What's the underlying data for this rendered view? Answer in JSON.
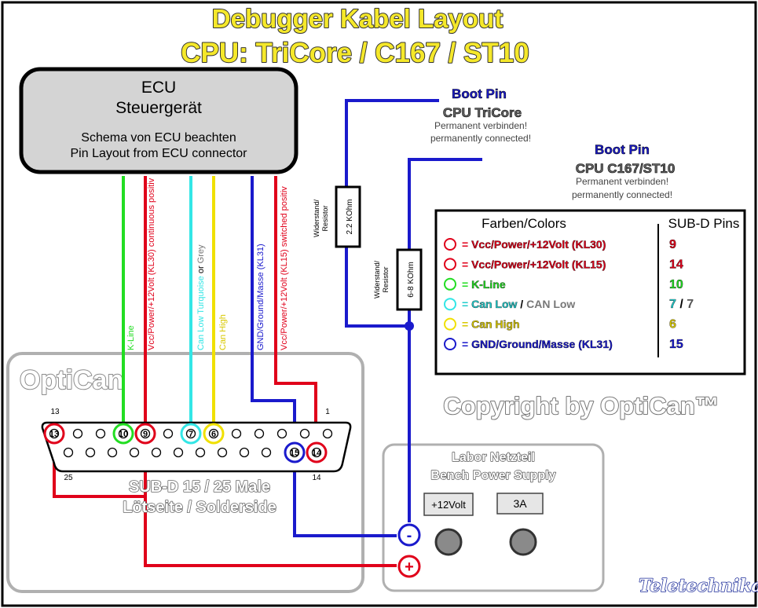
{
  "title": {
    "line1": "Debugger Kabel Layout",
    "line2": "CPU: TriCore / C167 / ST10"
  },
  "ecu": {
    "name": "ECU",
    "name_de": "Steuergerät",
    "note_de": "Schema von ECU beachten",
    "note_en": "Pin Layout from ECU connector"
  },
  "boot_pins": [
    {
      "label": "Boot Pin",
      "cpu": "CPU TriCore",
      "note_de": "Permanent verbinden!",
      "note_en": "permanently connected!"
    },
    {
      "label": "Boot Pin",
      "cpu": "CPU C167/ST10",
      "note_de": "Permanent verbinden!",
      "note_en": "permanently connected!"
    }
  ],
  "resistors": [
    {
      "label_de": "Widerstand/",
      "label_en": "Resistor",
      "value": "2.2 KOhm"
    },
    {
      "label_de": "Widerstand/",
      "label_en": "Resistor",
      "value": "6-8 KOhm"
    }
  ],
  "wire_labels": {
    "kline": "K-Line",
    "kl30": "Vcc/Power/+12Volt (KL30) continuous positiv",
    "canlow_a": "Can Low Turquoise",
    "canlow_b": " or ",
    "canlow_c": "Grey",
    "canhigh": "Can High",
    "gnd": "GND/Ground/Masse (KL31)",
    "kl15": "Vcc/Power/+12Volt (KL15) switched positiv"
  },
  "legend": {
    "header_colors": "Farben/Colors",
    "header_pins": "SUB-D Pins",
    "rows": [
      {
        "label": "Vcc/Power/+12Volt (KL30)",
        "pin": "9",
        "color": "#e0001a"
      },
      {
        "label": "Vcc/Power/+12Volt (KL15)",
        "pin": "14",
        "color": "#e0001a"
      },
      {
        "label": "K-Line",
        "pin": "10",
        "color": "#22dd22"
      },
      {
        "label": "Can Low",
        "label_sep": " / ",
        "label_b": "CAN Low",
        "pin": "7",
        "pin_sep": " / ",
        "pin_b": "7",
        "color": "#33e6e6"
      },
      {
        "label": "Can High",
        "pin": "6",
        "color": "#f0e000"
      },
      {
        "label": "GND/Ground/Masse (KL31)",
        "pin": "15",
        "color": "#1a1acc"
      }
    ],
    "prefix": "= "
  },
  "copyright": "Copyright by OptiCan™",
  "opticon_box": "OptiCan",
  "connector": {
    "label1": "SUB-D 15 / 25 Male",
    "label2": "Lötseite / Solderside",
    "corner_13": "13",
    "corner_1": "1",
    "corner_25": "25",
    "corner_14": "14",
    "pin_labels": {
      "p13": "13",
      "p10": "10",
      "p9": "9",
      "p7": "7",
      "p6": "6",
      "p15": "15",
      "p14": "14"
    }
  },
  "power_supply": {
    "title_de": "Labor Netzteil",
    "title_en": "Bench Power Supply",
    "voltage": "+12Volt",
    "current": "3A",
    "minus": "-",
    "plus": "+"
  },
  "logo": "Teletechnika",
  "colors": {
    "red": "#e0001a",
    "green": "#22dd22",
    "turquoise": "#33e6e6",
    "yellow": "#f0e000",
    "blue": "#1a1acc",
    "title_yellow": "#f5e82a"
  }
}
